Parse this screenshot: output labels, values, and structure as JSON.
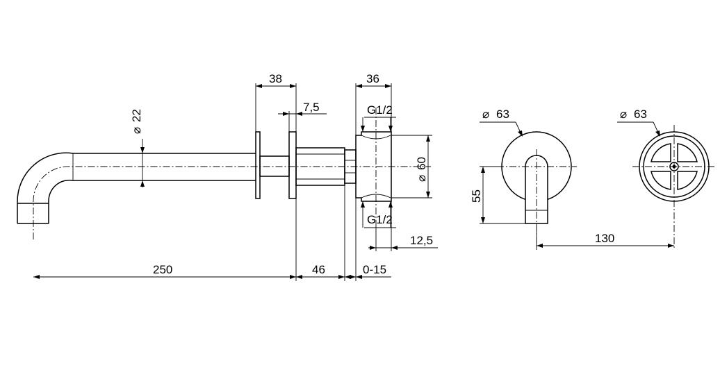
{
  "dimensions": {
    "d38": "38",
    "d7_5": "7,5",
    "d36": "36",
    "g12_top": "G1/2",
    "dia22": "22",
    "dia60": "60",
    "g12_bottom": "G1/2",
    "d12_5": "12,5",
    "d250": "250",
    "d46": "46",
    "d0_15": "0-15",
    "dia63_left": "63",
    "dia63_right": "63",
    "d55": "55",
    "d130": "130"
  },
  "diameter_symbol": "⌀"
}
